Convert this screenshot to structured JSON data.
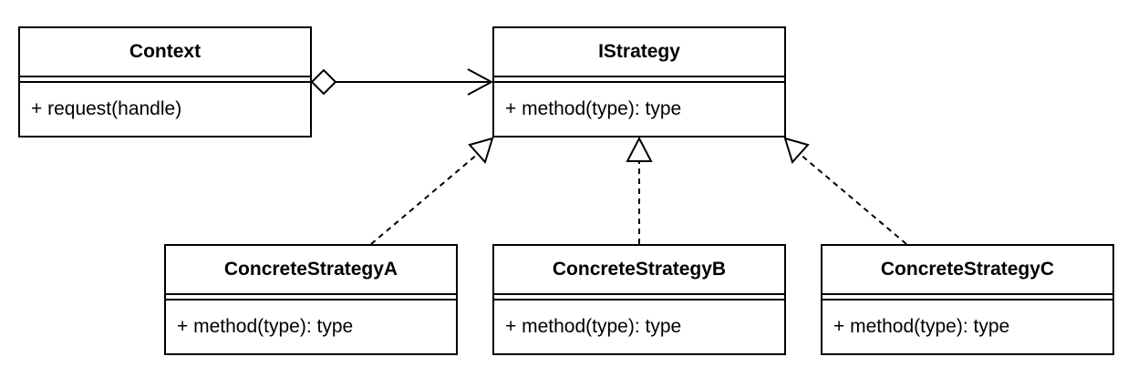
{
  "diagram": {
    "classes": {
      "context": {
        "name": "Context",
        "member": "+ request(handle)"
      },
      "istrategy": {
        "name": "IStrategy",
        "member": "+ method(type): type"
      },
      "strategy_a": {
        "name": "ConcreteStrategyA",
        "member": "+ method(type): type"
      },
      "strategy_b": {
        "name": "ConcreteStrategyB",
        "member": "+ method(type): type"
      },
      "strategy_c": {
        "name": "ConcreteStrategyC",
        "member": "+ method(type): type"
      }
    },
    "relations": [
      {
        "from": "Context",
        "to": "IStrategy",
        "kind": "aggregation"
      },
      {
        "from": "ConcreteStrategyA",
        "to": "IStrategy",
        "kind": "realization"
      },
      {
        "from": "ConcreteStrategyB",
        "to": "IStrategy",
        "kind": "realization"
      },
      {
        "from": "ConcreteStrategyC",
        "to": "IStrategy",
        "kind": "realization"
      }
    ],
    "colors": {
      "stroke": "#000000",
      "fill": "#ffffff"
    }
  }
}
